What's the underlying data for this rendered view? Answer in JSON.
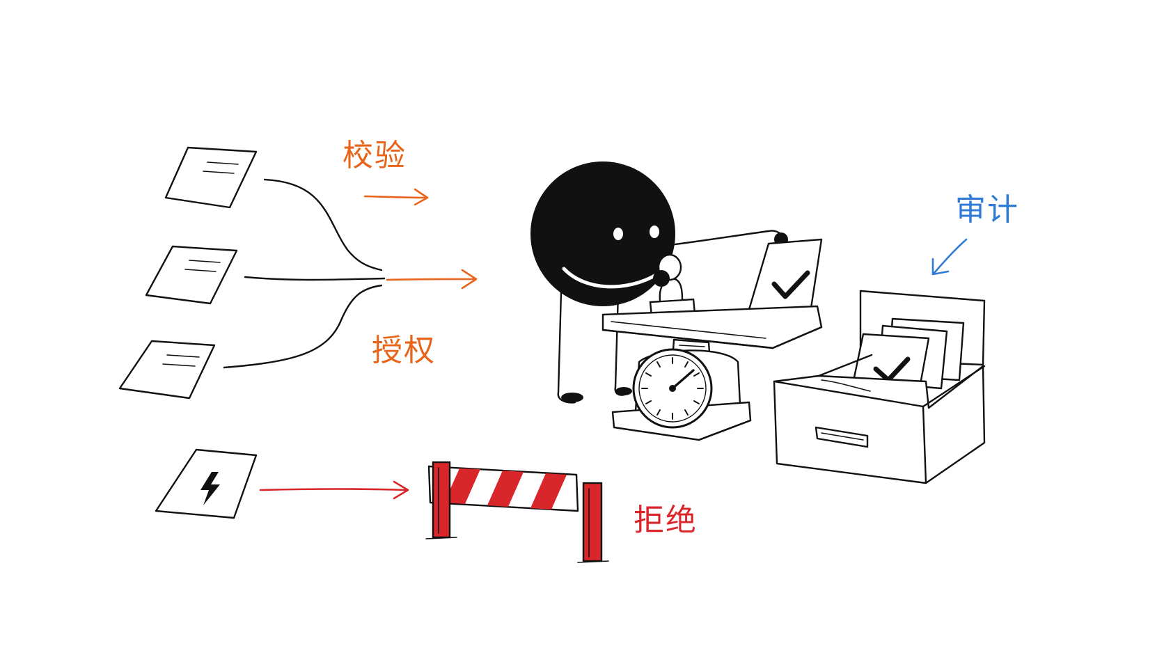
{
  "labels": {
    "validate": "校验",
    "authorize": "授权",
    "audit": "审计",
    "reject": "拒绝"
  },
  "colors": {
    "validate": "#e8641b",
    "authorize": "#e8641b",
    "audit": "#2f7bd6",
    "reject": "#d9262a",
    "ink": "#111111"
  },
  "icons": {
    "incoming_documents": [
      "document-icon",
      "document-icon",
      "document-icon"
    ],
    "malicious_document": "lightning-document-icon",
    "gatekeeper": "smiley-ball-character",
    "stamp": "rubber-stamp-icon",
    "approved_document": "checkmark-document-icon",
    "scale": "weighing-scale-icon",
    "archive": "file-drawer-icon",
    "barrier": "striped-barrier-icon"
  }
}
